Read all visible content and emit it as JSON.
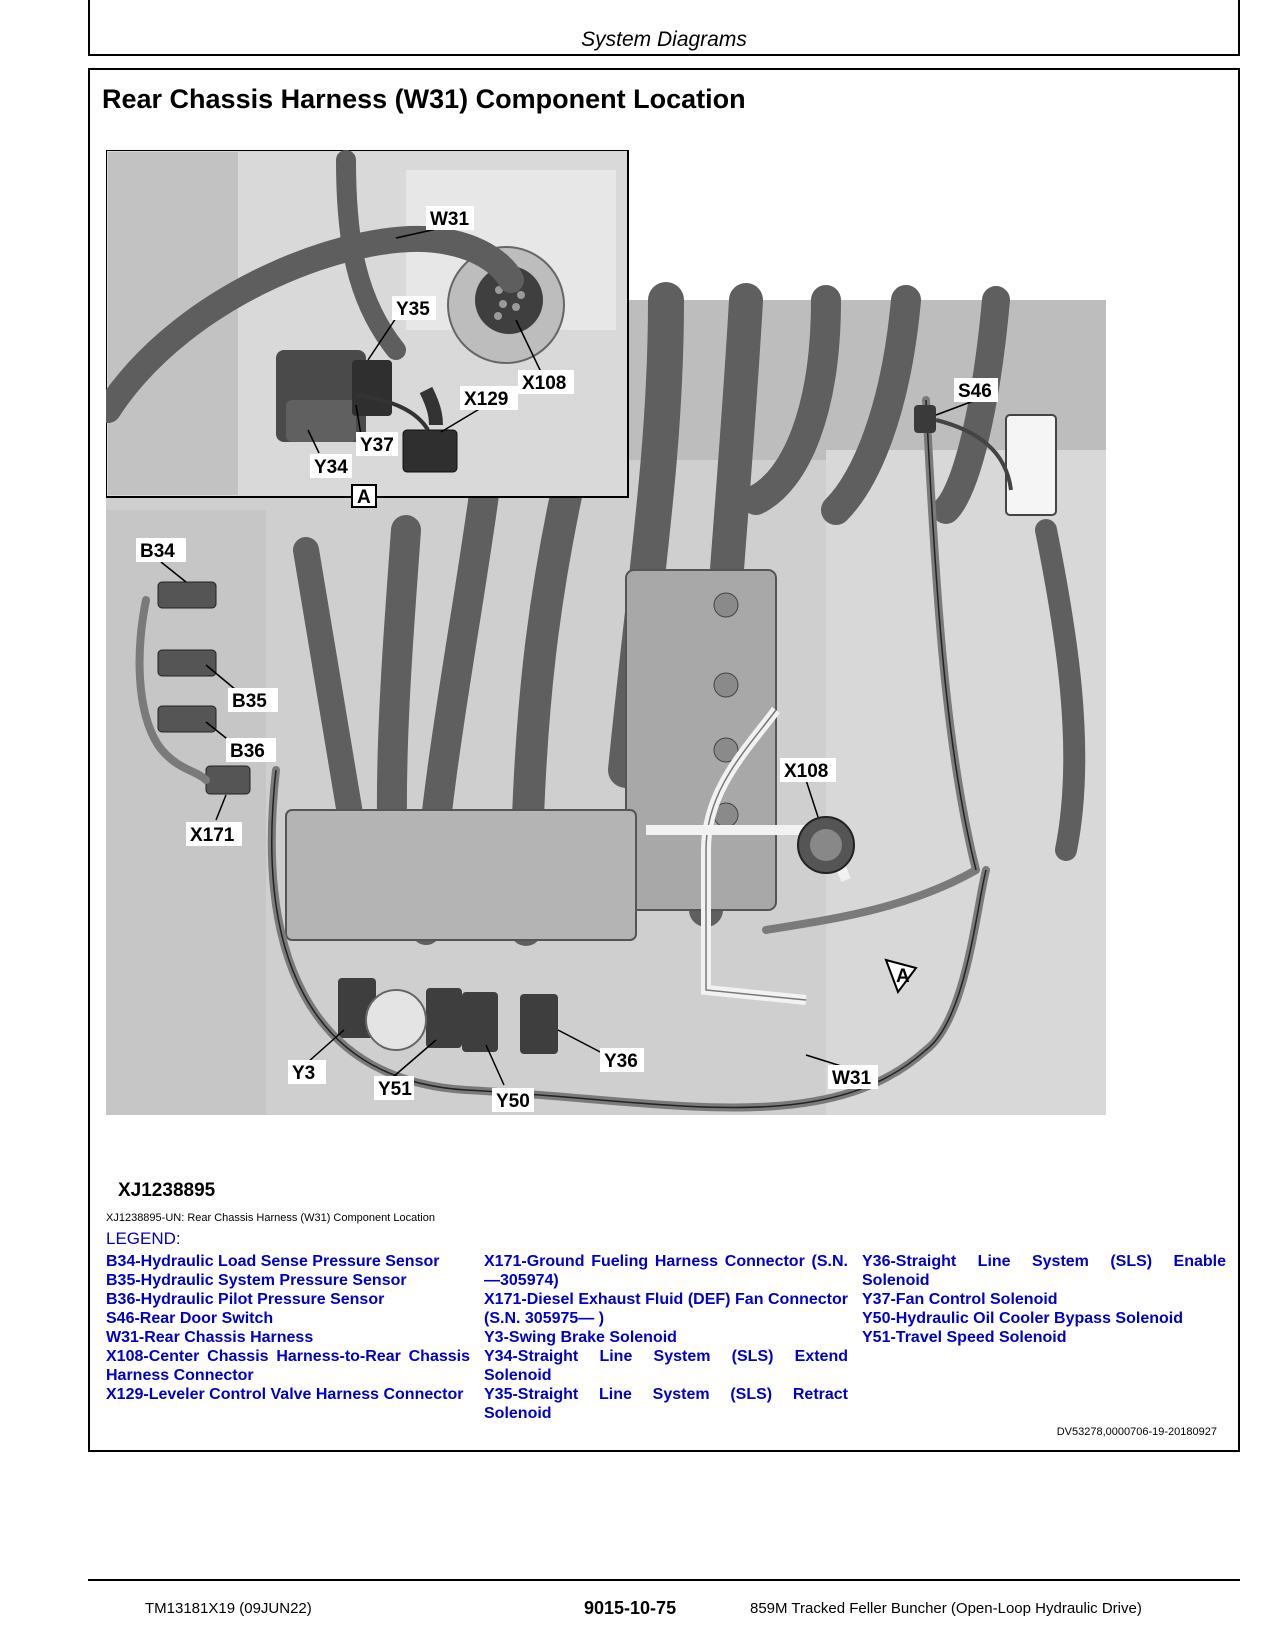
{
  "header": {
    "section": "System Diagrams"
  },
  "title": "Rear Chassis Harness (W31) Component Location",
  "figure": {
    "id": "XJ1238895",
    "caption": "XJ1238895-UN: Rear Chassis Harness (W31) Component Location",
    "inset_label": "A",
    "view_marker": "A",
    "callouts": {
      "w31_inset": "W31",
      "y35": "Y35",
      "x108_inset": "X108",
      "x129": "X129",
      "y37": "Y37",
      "y34": "Y34",
      "s46": "S46",
      "b34": "B34",
      "b35": "B35",
      "b36": "B36",
      "x171": "X171",
      "x108_main": "X108",
      "y3": "Y3",
      "y51": "Y51",
      "y50": "Y50",
      "y36": "Y36",
      "w31_main": "W31"
    }
  },
  "legend": {
    "title": "LEGEND:",
    "col1": [
      "B34-Hydraulic Load Sense Pressure Sensor",
      "B35-Hydraulic System Pressure Sensor",
      "B36-Hydraulic Pilot Pressure Sensor",
      "S46-Rear Door Switch",
      "W31-Rear Chassis Harness",
      "X108-Center Chassis Harness-to-Rear Chassis Harness Connector",
      "X129-Leveler Control Valve Harness Connector"
    ],
    "col2": [
      "X171-Ground Fueling Harness Connector (S.N. —305974)",
      "X171-Diesel Exhaust Fluid (DEF) Fan Connector (S.N. 305975— )",
      "Y3-Swing Brake Solenoid",
      "Y34-Straight Line System (SLS) Extend Solenoid",
      "Y35-Straight Line System (SLS) Retract Solenoid"
    ],
    "col3": [
      "Y36-Straight Line System (SLS) Enable Solenoid",
      "Y37-Fan Control Solenoid",
      "Y50-Hydraulic Oil Cooler Bypass Solenoid",
      "Y51-Travel Speed Solenoid"
    ]
  },
  "doc_ref": "DV53278,0000706-19-20180927",
  "footer": {
    "left": "TM13181X19 (09JUN22)",
    "center": "9015-10-75",
    "right": "859M Tracked Feller Buncher (Open-Loop Hydraulic Drive)"
  }
}
